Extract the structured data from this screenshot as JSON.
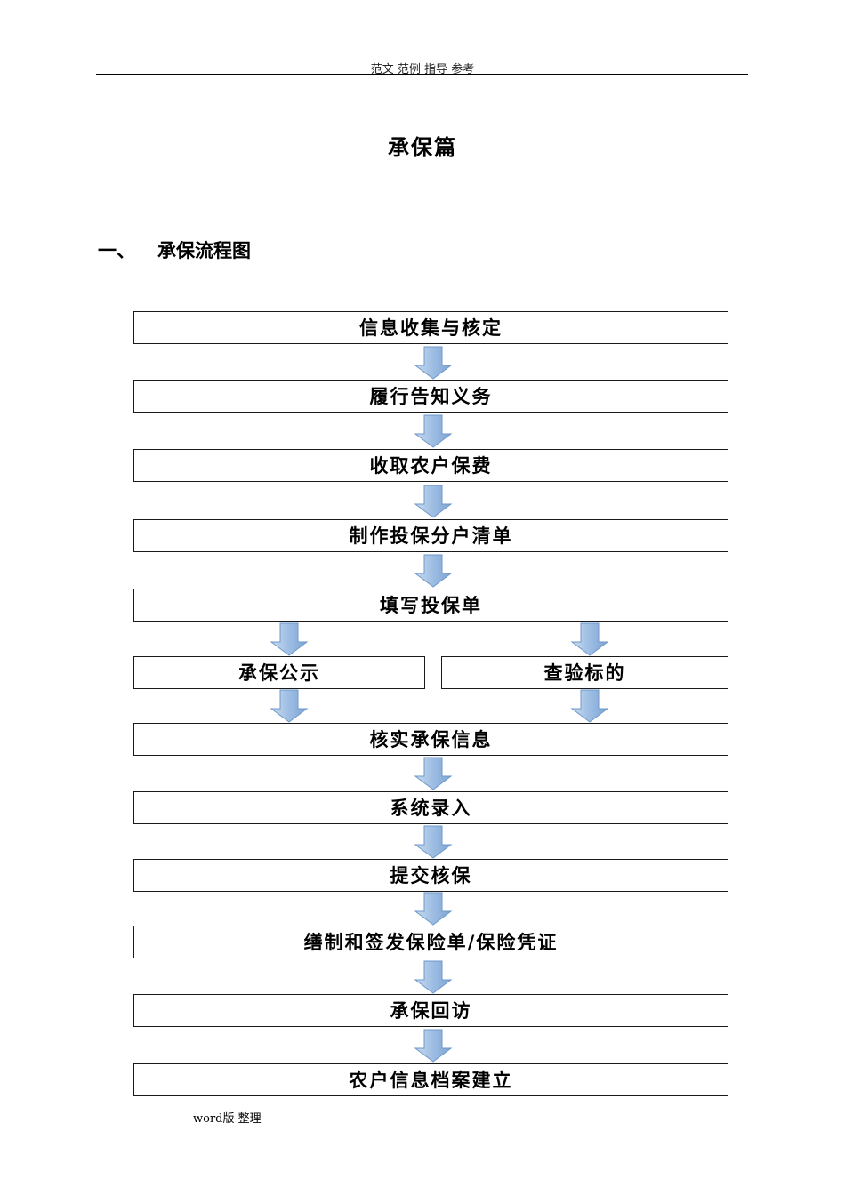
{
  "header": {
    "text": "范文 范例 指导 参考"
  },
  "document": {
    "title": "承保篇"
  },
  "section": {
    "number": "一、",
    "title": "承保流程图"
  },
  "flowchart": {
    "steps": [
      "信息收集与核定",
      "履行告知义务",
      "收取农户保费",
      "制作投保分户清单",
      "填写投保单",
      "承保公示",
      "查验标的",
      "核实承保信息",
      "系统录入",
      "提交核保",
      "缮制和签发保险单/保险凭证",
      "承保回访",
      "农户信息档案建立"
    ],
    "arrow_color": "#8fb3dc",
    "box_border_color": "#1a1a1a"
  },
  "footer": {
    "text": "word版 整理"
  }
}
